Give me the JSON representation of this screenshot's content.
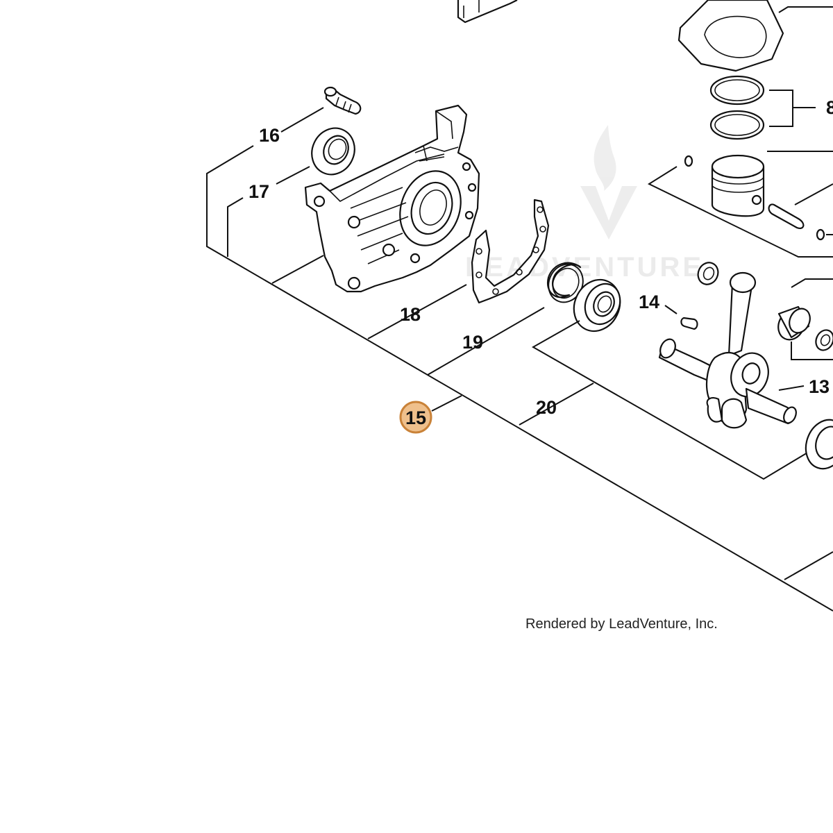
{
  "diagram": {
    "labels": {
      "p8": "8",
      "p13": "13",
      "p14": "14",
      "p15": "15",
      "p16": "16",
      "p17": "17",
      "p18": "18",
      "p19": "19",
      "p20": "20"
    },
    "highlighted_part": "15",
    "highlight_color": "#efc08c",
    "watermark": "LEADVENTURE",
    "credit": "Rendered by LeadVenture, Inc."
  }
}
